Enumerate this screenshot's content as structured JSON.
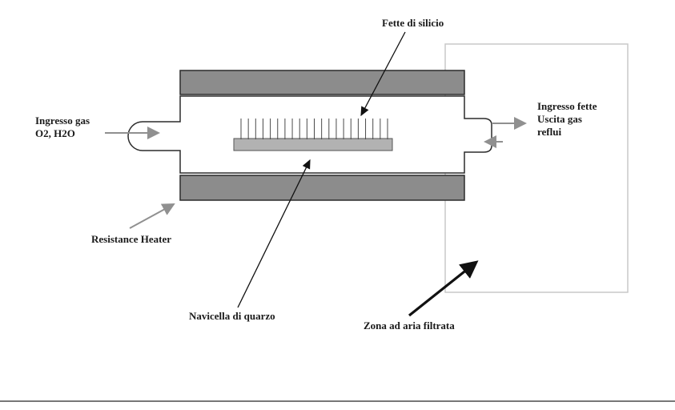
{
  "diagram": {
    "labels": {
      "silicon_wafers": "Fette di silicio",
      "gas_inlet": "Ingresso gas\nO2, H2O",
      "wafer_inlet_gas_outlet": "Ingresso fette\nUscita gas\nreflui",
      "resistance_heater": "Resistance Heater",
      "quartz_boat": "Navicella di quarzo",
      "filtered_air_zone": "Zona ad aria filtrata"
    },
    "wafer_count": 21,
    "colors": {
      "outline": "#2b2b2b",
      "heater_fill": "#8c8c8c",
      "boat_fill": "#b2b2b2",
      "boat_stroke": "#555555",
      "gray_arrow": "#909090",
      "black_arrow": "#111111",
      "zone_border": "#c9c9c9",
      "wafer_stroke": "#4a4a4a",
      "bottom_line": "#4a4a4a"
    }
  }
}
